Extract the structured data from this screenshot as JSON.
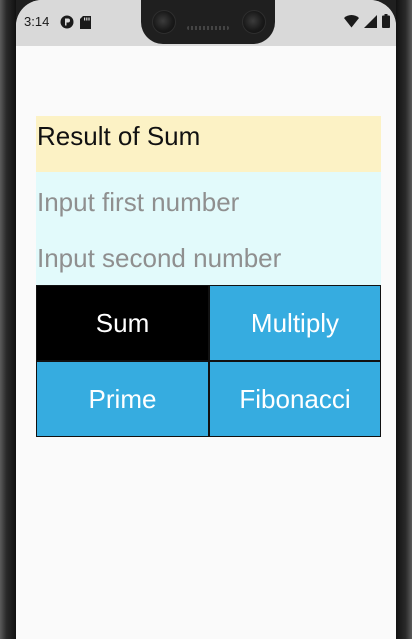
{
  "status_bar": {
    "time": "3:14",
    "left_icons": [
      "app-notification-icon",
      "sd-card-icon"
    ],
    "right_icons": [
      "wifi-icon",
      "signal-icon",
      "battery-icon"
    ]
  },
  "app": {
    "result_label": "Result of Sum",
    "first_input": {
      "placeholder": "Input first number",
      "value": ""
    },
    "second_input": {
      "placeholder": "Input second number",
      "value": ""
    },
    "buttons": {
      "sum": "Sum",
      "multiply": "Multiply",
      "prime": "Prime",
      "fibonacci": "Fibonacci"
    },
    "colors": {
      "result_bg": "#fcf2c5",
      "input_bg": "#e2fafb",
      "button_blue": "#36ace0",
      "button_active": "#000000"
    }
  }
}
